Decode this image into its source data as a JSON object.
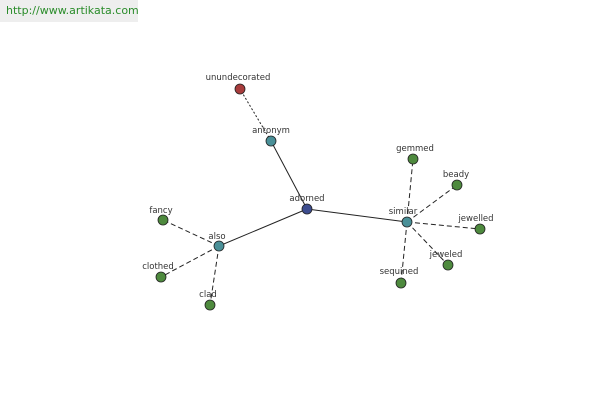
{
  "source_link": "http://www.artikata.com",
  "graph": {
    "nodes": [
      {
        "id": "adorned",
        "label": "adorned",
        "kind": "center",
        "color": "#3d4d8f"
      },
      {
        "id": "antonym",
        "label": "antonym",
        "kind": "relation",
        "color": "#4a9098"
      },
      {
        "id": "unundecorated",
        "label": "unundecorated",
        "kind": "antonym-term",
        "color": "#a83c3c"
      },
      {
        "id": "similar",
        "label": "similar",
        "kind": "relation",
        "color": "#4a9098"
      },
      {
        "id": "also",
        "label": "also",
        "kind": "relation",
        "color": "#4a9098"
      },
      {
        "id": "gemmed",
        "label": "gemmed",
        "kind": "term",
        "color": "#4e8a3e"
      },
      {
        "id": "beady",
        "label": "beady",
        "kind": "term",
        "color": "#4e8a3e"
      },
      {
        "id": "jewelled",
        "label": "jewelled",
        "kind": "term",
        "color": "#4e8a3e"
      },
      {
        "id": "jeweled",
        "label": "jeweled",
        "kind": "term",
        "color": "#4e8a3e"
      },
      {
        "id": "sequined",
        "label": "sequined",
        "kind": "term",
        "color": "#4e8a3e"
      },
      {
        "id": "fancy",
        "label": "fancy",
        "kind": "term",
        "color": "#4e8a3e"
      },
      {
        "id": "clothed",
        "label": "clothed",
        "kind": "term",
        "color": "#4e8a3e"
      },
      {
        "id": "clad",
        "label": "clad",
        "kind": "term",
        "color": "#4e8a3e"
      }
    ],
    "edges": [
      {
        "from": "adorned",
        "to": "antonym",
        "style": "solid"
      },
      {
        "from": "adorned",
        "to": "similar",
        "style": "solid"
      },
      {
        "from": "adorned",
        "to": "also",
        "style": "solid"
      },
      {
        "from": "antonym",
        "to": "unundecorated",
        "style": "dotted"
      },
      {
        "from": "similar",
        "to": "gemmed",
        "style": "dashed"
      },
      {
        "from": "similar",
        "to": "beady",
        "style": "dashed"
      },
      {
        "from": "similar",
        "to": "jewelled",
        "style": "dashed"
      },
      {
        "from": "similar",
        "to": "jeweled",
        "style": "dashed"
      },
      {
        "from": "similar",
        "to": "sequined",
        "style": "dashed"
      },
      {
        "from": "also",
        "to": "fancy",
        "style": "dashed"
      },
      {
        "from": "also",
        "to": "clothed",
        "style": "dashed"
      },
      {
        "from": "also",
        "to": "clad",
        "style": "dashed"
      }
    ]
  }
}
